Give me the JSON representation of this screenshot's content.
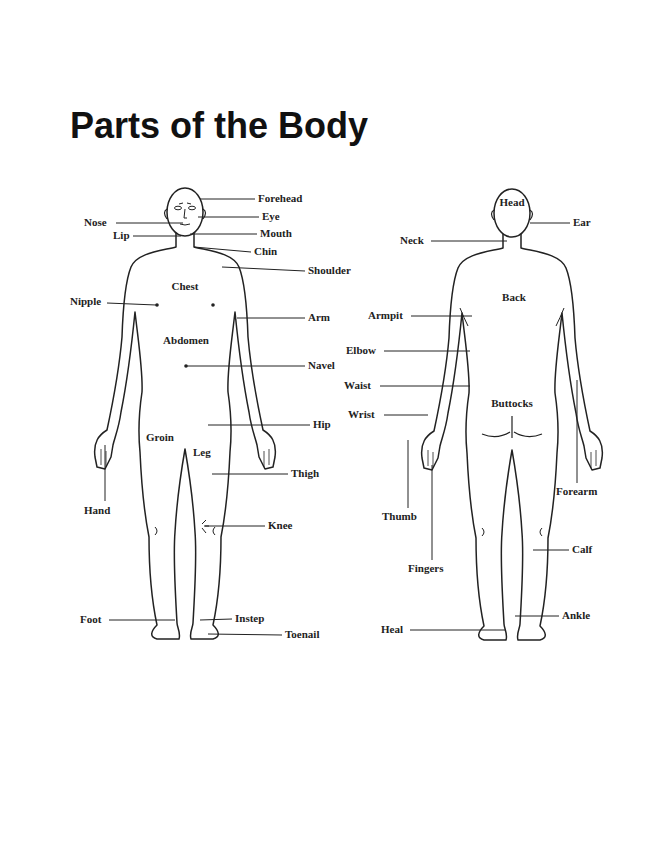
{
  "diagram": {
    "title": "Parts of the Body",
    "labels": [
      "Forehead",
      "Nose",
      "Eye",
      "Lip",
      "Mouth",
      "Chin",
      "Head",
      "Ear",
      "Neck",
      "Shoulder",
      "Chest",
      "Back",
      "Nipple",
      "Arm",
      "Armpit",
      "Abdomen",
      "Elbow",
      "Navel",
      "Waist",
      "Buttocks",
      "Wrist",
      "Hip",
      "Groin",
      "Leg",
      "Thigh",
      "Forearm",
      "Hand",
      "Thumb",
      "Knee",
      "Calf",
      "Fingers",
      "Ankle",
      "Instep",
      "Foot",
      "Heal",
      "Toenail"
    ]
  }
}
